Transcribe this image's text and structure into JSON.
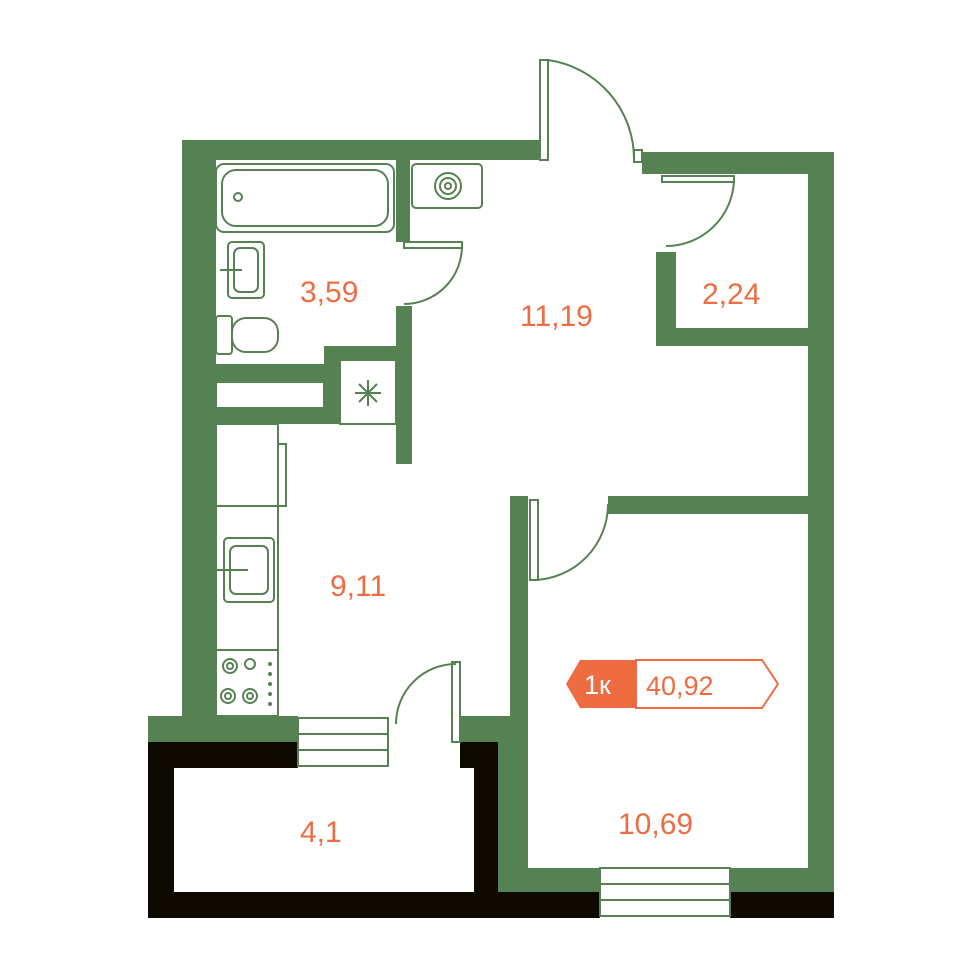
{
  "colors": {
    "wall": "#568253",
    "exterior_wall": "#0e0a02",
    "accent": "#ef6c43",
    "line": "#568253",
    "background": "#ffffff"
  },
  "rooms": {
    "bathroom": "3,59",
    "hallway": "11,19",
    "storage": "2,24",
    "kitchen": "9,11",
    "balcony": "4,1",
    "bedroom": "10,69"
  },
  "badge": {
    "rooms": "1к",
    "total_area": "40,92"
  },
  "icons": {
    "boiler": "spiral-icon",
    "ventilation": "asterisk-icon"
  }
}
